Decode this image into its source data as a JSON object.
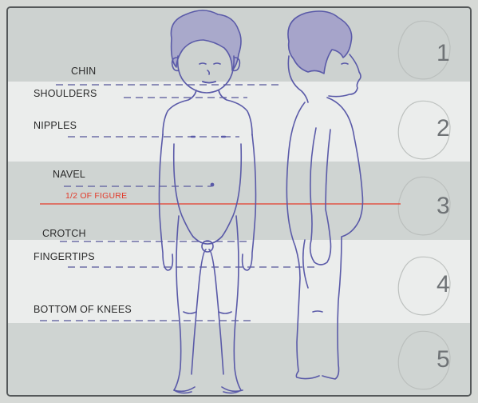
{
  "labels": {
    "chin": "CHIN",
    "shoulders": "SHOULDERS",
    "nipples": "NIPPLES",
    "navel": "NAVEL",
    "half": "1/2 OF FIGURE",
    "crotch": "CROTCH",
    "fingertips": "FINGERTIPS",
    "knees": "BOTTOM OF KNEES"
  },
  "head_units": [
    "1",
    "2",
    "3",
    "4",
    "5"
  ],
  "colors": {
    "band_dark": "#cdd2d0",
    "band_light": "#e9ebea",
    "outline": "#5a5aa8",
    "hair": "#8c86c6",
    "dash": "#6e6ea6",
    "half_line": "#e53a2b",
    "frame": "#55595a"
  }
}
